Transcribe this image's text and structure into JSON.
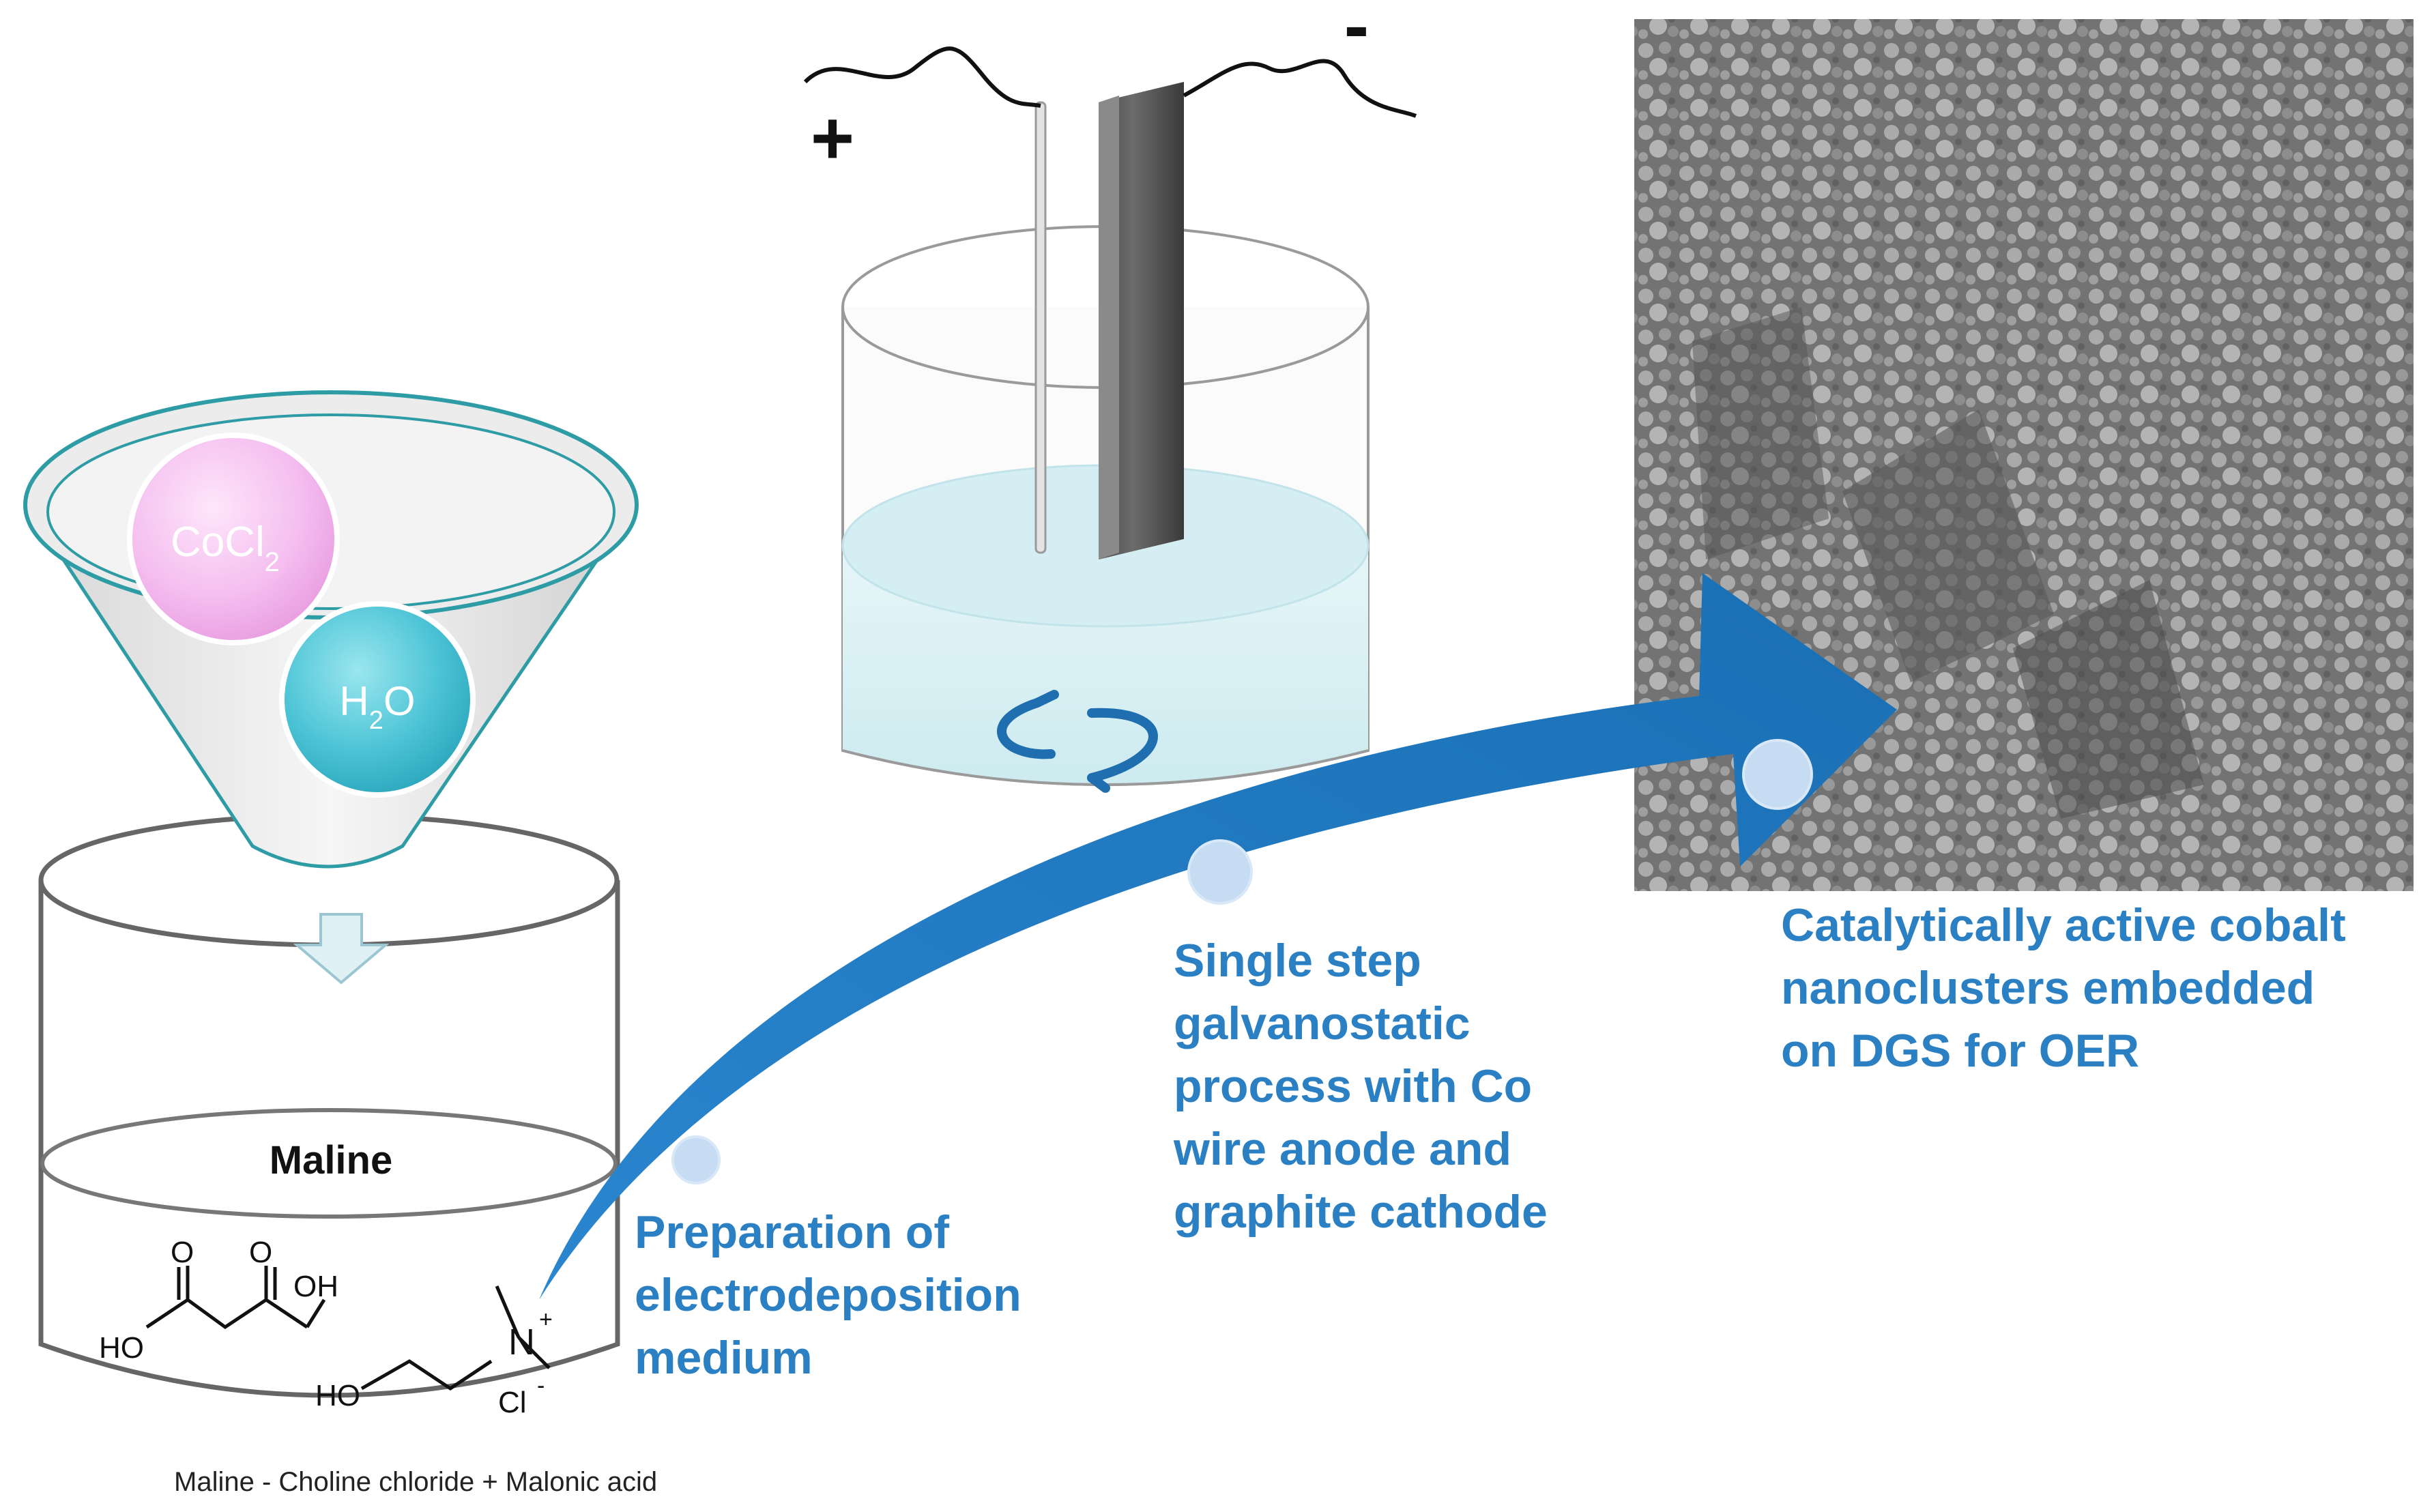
{
  "reagents": {
    "cocl2": {
      "main": "CoCl",
      "sub": "2"
    },
    "water": {
      "pre": "H",
      "sub": "2",
      "post": "O"
    }
  },
  "beaker": {
    "medium_label": "Maline",
    "chem": {
      "acid_oh_left": "HO",
      "acid_oh_right": "OH",
      "carbonyl_o1": "O",
      "carbonyl_o2": "O",
      "choline_ho": "HO",
      "nitrogen": "N",
      "plus": "+",
      "chloride": "Cl",
      "minus": "-"
    },
    "caption": "Maline - Choline chloride + Malonic acid"
  },
  "cell": {
    "anode_sign": "+",
    "cathode_sign": "-"
  },
  "steps": [
    {
      "lines": [
        "Preparation of",
        "electrodeposition",
        "medium"
      ]
    },
    {
      "lines": [
        "Single step",
        "galvanostatic",
        "process with Co",
        "wire anode and",
        "graphite cathode"
      ]
    },
    {
      "lines": [
        "Catalytically  active cobalt",
        "nanoclusters embedded",
        "on DGS for OER"
      ]
    }
  ],
  "colors": {
    "arrow": "#1f78be",
    "step_text": "#2b80c4",
    "cocl2_sphere": "#f4b8ec",
    "water_sphere": "#4cc4d6",
    "solution": "#d8f0f4"
  },
  "icons": [
    "funnel-icon",
    "down-arrow-icon",
    "stir-rotation-icon",
    "progress-arrow-icon",
    "sem-micrograph"
  ]
}
